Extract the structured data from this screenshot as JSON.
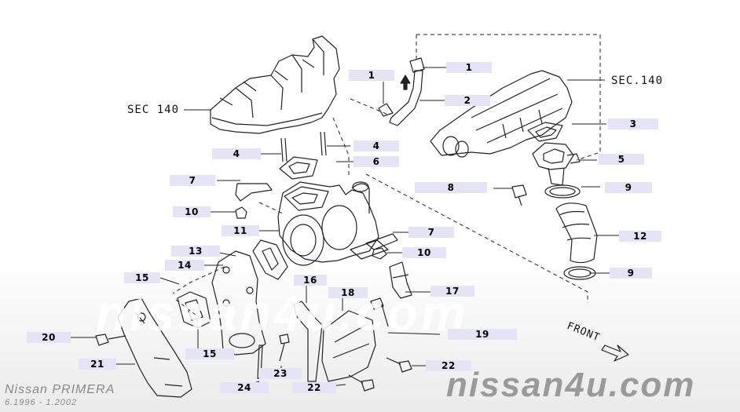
{
  "diagram": {
    "brand_model": "Nissan PRIMERA",
    "production_years": "6.1996 - 1.2002",
    "watermark": "nissan4u.com",
    "front_label": "FRONT",
    "section_refs": {
      "left": "SEC 140",
      "right": "SEC.140"
    },
    "callouts": [
      {
        "id": "c1a",
        "label": "1"
      },
      {
        "id": "c1b",
        "label": "1"
      },
      {
        "id": "c2",
        "label": "2"
      },
      {
        "id": "c3",
        "label": "3"
      },
      {
        "id": "c4a",
        "label": "4"
      },
      {
        "id": "c4b",
        "label": "4"
      },
      {
        "id": "c5",
        "label": "5"
      },
      {
        "id": "c6",
        "label": "6"
      },
      {
        "id": "c7a",
        "label": "7"
      },
      {
        "id": "c7b",
        "label": "7"
      },
      {
        "id": "c8",
        "label": "8"
      },
      {
        "id": "c9a",
        "label": "9"
      },
      {
        "id": "c9b",
        "label": "9"
      },
      {
        "id": "c10a",
        "label": "10"
      },
      {
        "id": "c10b",
        "label": "10"
      },
      {
        "id": "c11",
        "label": "11"
      },
      {
        "id": "c12",
        "label": "12"
      },
      {
        "id": "c13",
        "label": "13"
      },
      {
        "id": "c14",
        "label": "14"
      },
      {
        "id": "c15a",
        "label": "15"
      },
      {
        "id": "c15b",
        "label": "15"
      },
      {
        "id": "c16",
        "label": "16"
      },
      {
        "id": "c17",
        "label": "17"
      },
      {
        "id": "c18",
        "label": "18"
      },
      {
        "id": "c19",
        "label": "19"
      },
      {
        "id": "c20",
        "label": "20"
      },
      {
        "id": "c21",
        "label": "21"
      },
      {
        "id": "c22a",
        "label": "22"
      },
      {
        "id": "c22b",
        "label": "22"
      },
      {
        "id": "c23",
        "label": "23"
      },
      {
        "id": "c24",
        "label": "24"
      }
    ]
  }
}
